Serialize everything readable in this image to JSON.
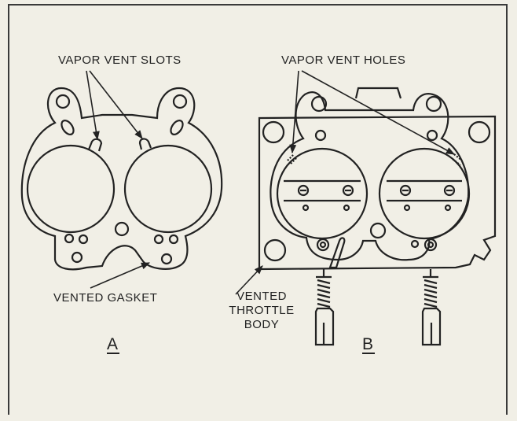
{
  "labels": {
    "vapor_vent_slots": "VAPOR VENT SLOTS",
    "vapor_vent_holes": "VAPOR VENT HOLES",
    "vented_gasket": "VENTED GASKET",
    "vented_throttle_body_1": "VENTED",
    "vented_throttle_body_2": "THROTTLE",
    "vented_throttle_body_3": "BODY",
    "part_a": "A",
    "part_b": "B"
  }
}
